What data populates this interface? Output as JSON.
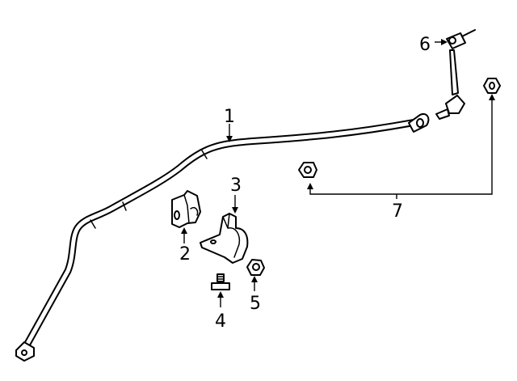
{
  "callouts": [
    {
      "id": "1",
      "part": "stabilizer-bar"
    },
    {
      "id": "2",
      "part": "bar-bushing"
    },
    {
      "id": "3",
      "part": "bushing-bracket"
    },
    {
      "id": "4",
      "part": "bracket-bolt"
    },
    {
      "id": "5",
      "part": "bracket-nut"
    },
    {
      "id": "6",
      "part": "stabilizer-link"
    },
    {
      "id": "7",
      "part": "link-nut"
    }
  ],
  "colors": {
    "line": "#000000",
    "background": "#ffffff"
  }
}
